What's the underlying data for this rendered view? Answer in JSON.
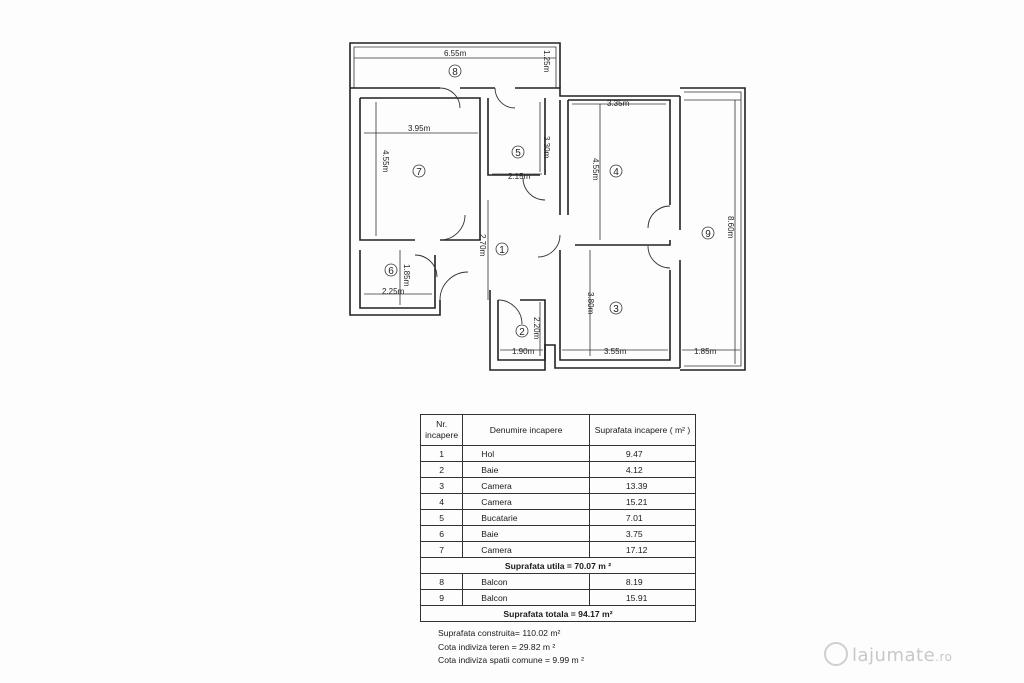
{
  "plan": {
    "dimensions": {
      "balcony8_width": "6.55m",
      "balcony8_depth": "1.25m",
      "room7_width": "3.95m",
      "room7_depth": "4.55m",
      "room5_depth": "3.30m",
      "room5_width": "2.15m",
      "room4_width": "3.35m",
      "room4_depth": "4.55m",
      "balcony9_length": "8.60m",
      "hall_length": "2.70m",
      "room6_depth": "1.85m",
      "room6_width": "2.25m",
      "room2_depth": "2.20m",
      "room2_width": "1.90m",
      "room3_depth": "3.80m",
      "room3_width": "3.55m",
      "balcony9_width": "1.85m"
    },
    "room_numbers": {
      "r1": "1",
      "r2": "2",
      "r3": "3",
      "r4": "4",
      "r5": "5",
      "r6": "6",
      "r7": "7",
      "r8": "8",
      "r9": "9"
    }
  },
  "table": {
    "header_nr": "Nr. incapere",
    "header_name": "Denumire incapere",
    "header_area": "Suprafata incapere ( m² )",
    "rows": [
      {
        "nr": "1",
        "name": "Hol",
        "area": "9.47"
      },
      {
        "nr": "2",
        "name": "Baie",
        "area": "4.12"
      },
      {
        "nr": "3",
        "name": "Camera",
        "area": "13.39"
      },
      {
        "nr": "4",
        "name": "Camera",
        "area": "15.21"
      },
      {
        "nr": "5",
        "name": "Bucatarie",
        "area": "7.01"
      },
      {
        "nr": "6",
        "name": "Baie",
        "area": "3.75"
      },
      {
        "nr": "7",
        "name": "Camera",
        "area": "17.12"
      }
    ],
    "subtotal": "Suprafata utila = 70.07 m ²",
    "balcony_rows": [
      {
        "nr": "8",
        "name": "Balcon",
        "area": "8.19"
      },
      {
        "nr": "9",
        "name": "Balcon",
        "area": "15.91"
      }
    ],
    "total": "Suprafata totala = 94.17 m²"
  },
  "notes": {
    "construita": "Suprafata construita= 110.02 m²",
    "teren": "Cota indiviza teren = 29.82 m ²",
    "comune": "Cota indiviza spatii comune = 9.99 m ²"
  },
  "watermark": {
    "brand": "lajumate",
    "tld": ".ro"
  }
}
